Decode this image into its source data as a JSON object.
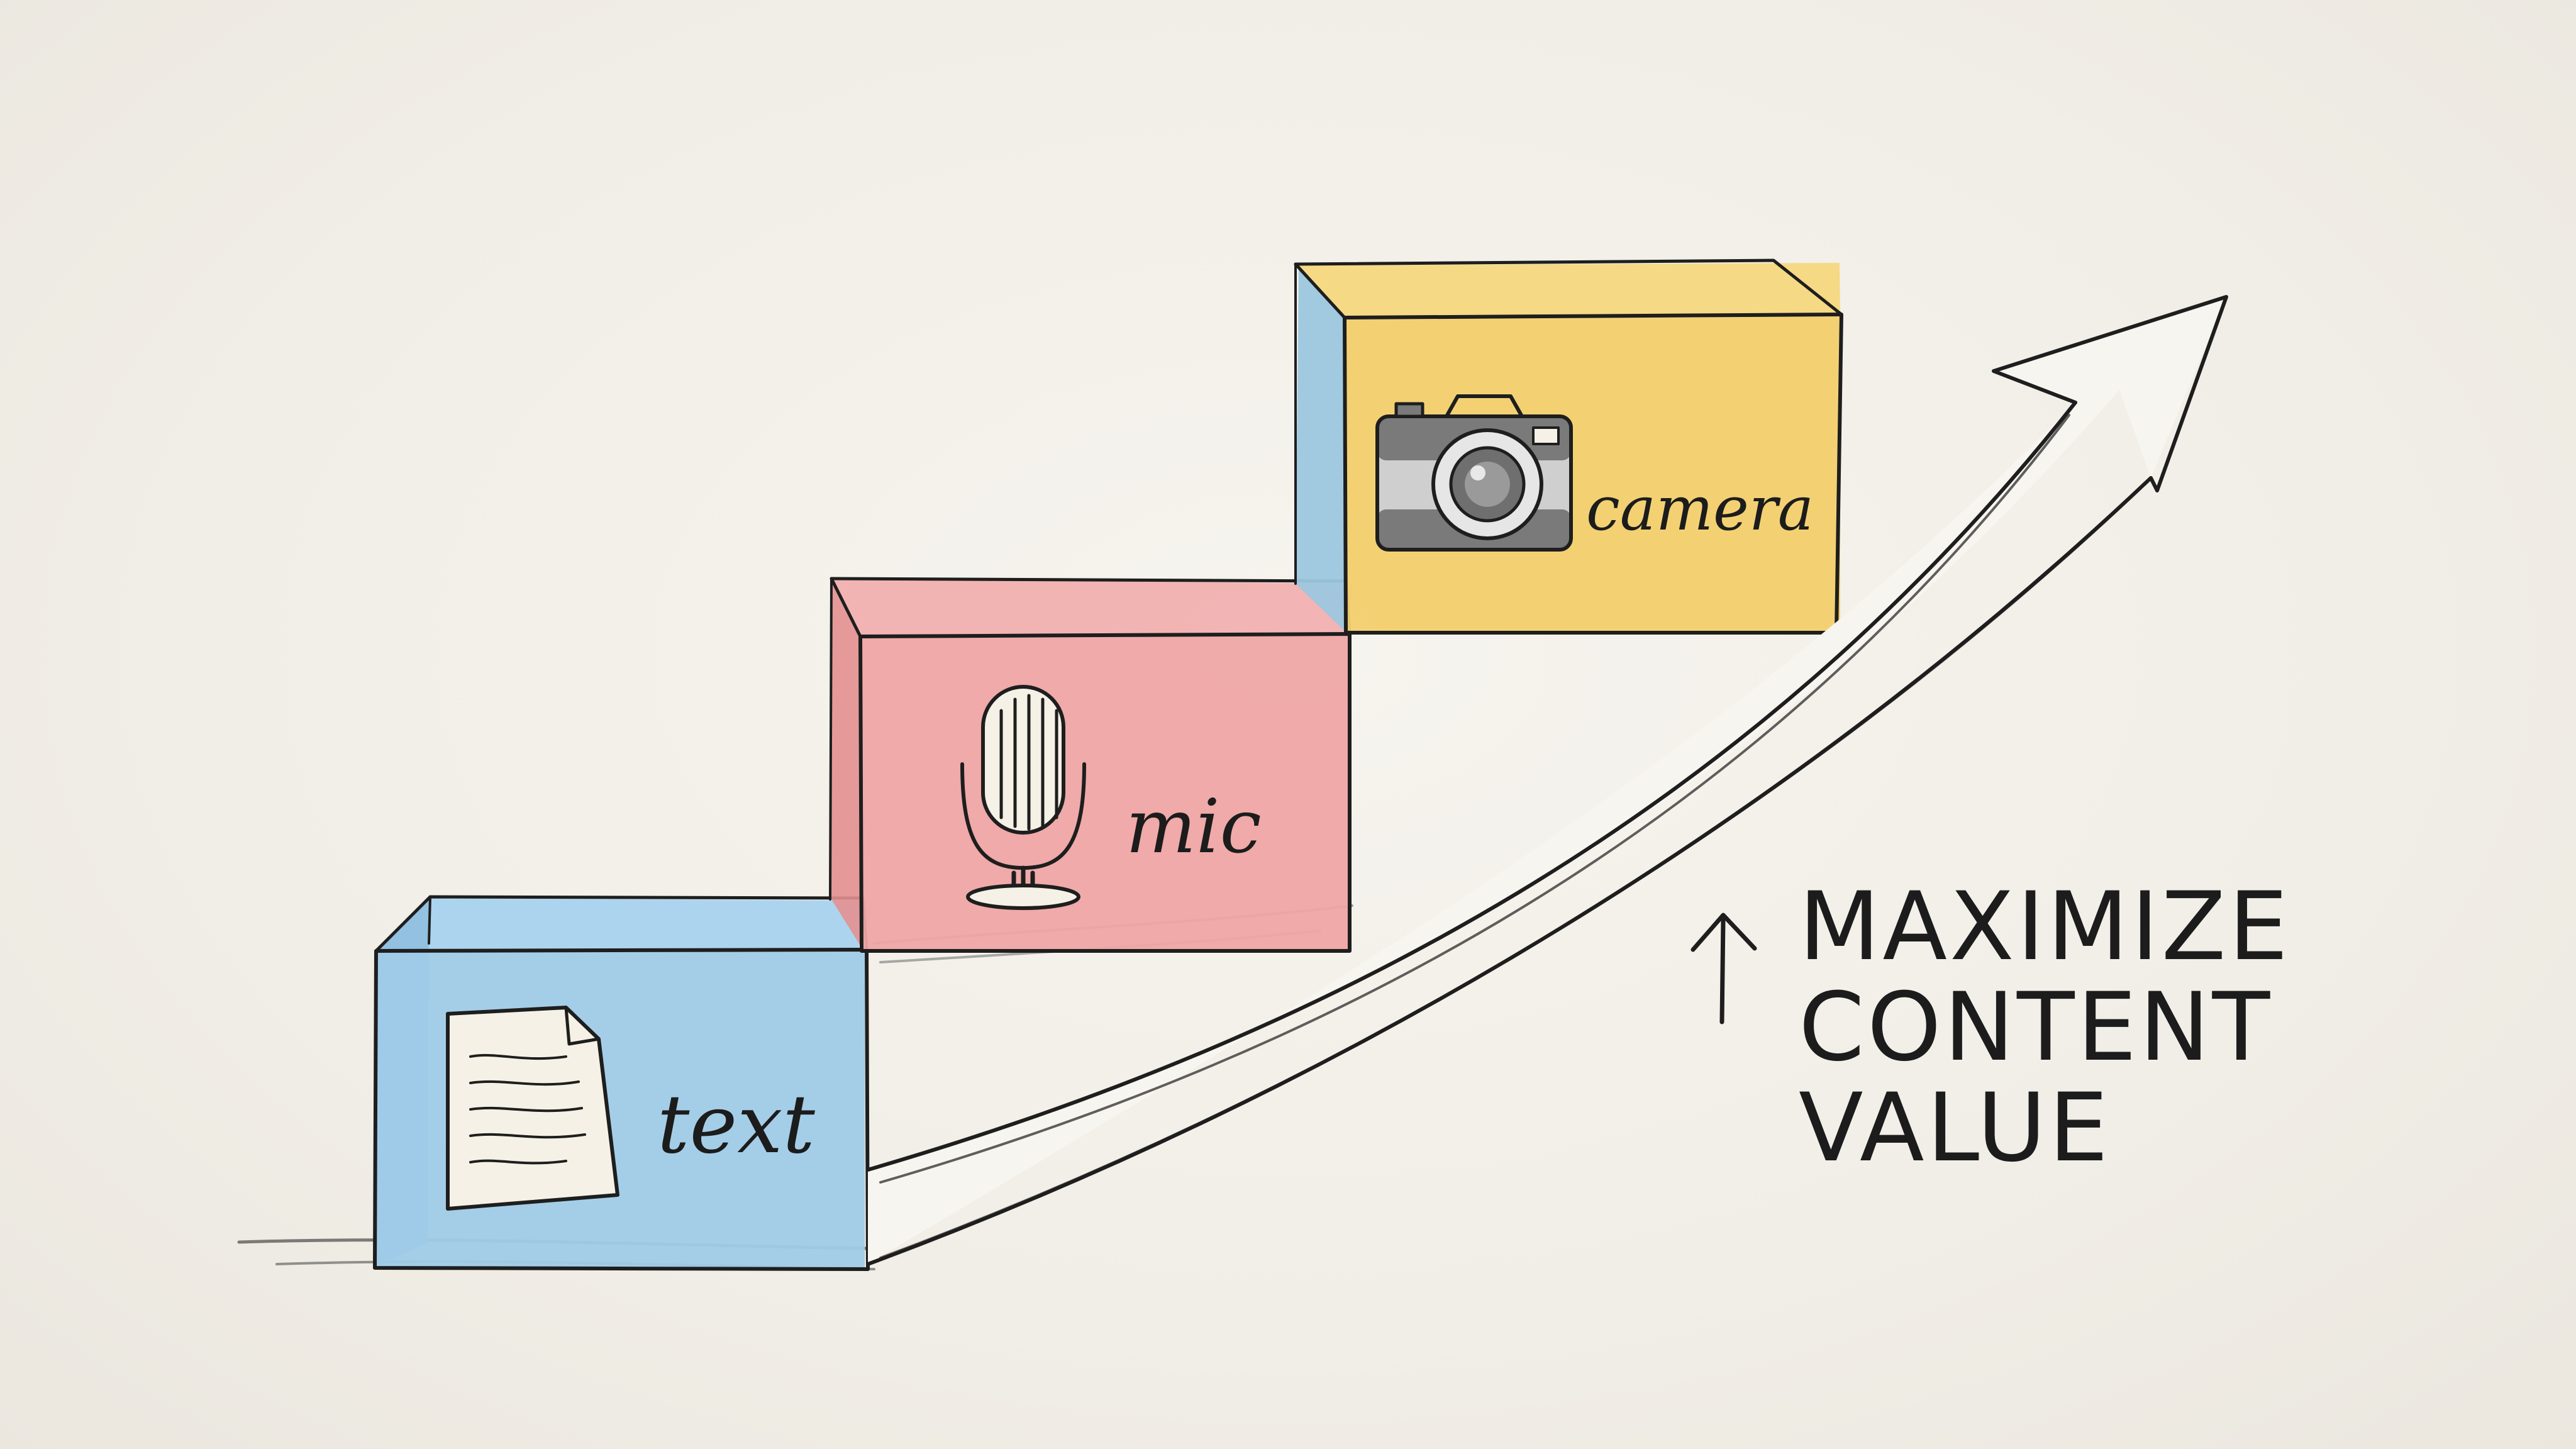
{
  "steps": [
    {
      "label": "text",
      "icon": "document-icon",
      "color": "#9fcbe8",
      "side": "#8bbcdc",
      "top": "#a7d0ec"
    },
    {
      "label": "mic",
      "icon": "microphone-icon",
      "color": "#eea5a5",
      "side": "#e49696",
      "top": "#f0aeae"
    },
    {
      "label": "camera",
      "icon": "camera-icon",
      "color": "#f2cf6d",
      "side": "#9cc7df",
      "top": "#f4d57c"
    }
  ],
  "note": {
    "lines": [
      "MAXIMIZE",
      "CONTENT",
      "VALUE"
    ]
  }
}
